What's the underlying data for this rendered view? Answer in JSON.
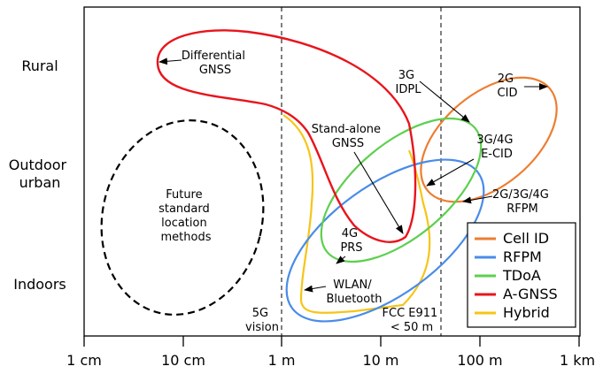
{
  "row_labels": {
    "rural": "Rural",
    "outdoor_urban": [
      "Outdoor",
      "urban"
    ],
    "indoors": "Indoors"
  },
  "x_ticks": [
    "1 cm",
    "10 cm",
    "1 m",
    "10 m",
    "100 m",
    "1 km"
  ],
  "annotations": {
    "differential_gnss": [
      "Differential",
      "GNSS"
    ],
    "future": [
      "Future",
      "standard",
      "location",
      "methods"
    ],
    "standalone_gnss": [
      "Stand-alone",
      "GNSS"
    ],
    "idpl_3g": [
      "3G",
      "IDPL"
    ],
    "cid_2g": [
      "2G",
      "CID"
    ],
    "ecid_3g4g": [
      "3G/4G",
      "E-CID"
    ],
    "rfpm_multi": [
      "2G/3G/4G",
      "RFPM"
    ],
    "prs_4g": [
      "4G",
      "PRS"
    ],
    "wlan_bt": [
      "WLAN/",
      "Bluetooth"
    ],
    "vision_5g": [
      "5G",
      "vision"
    ],
    "fcc_e911": [
      "FCC E911",
      "< 50 m"
    ]
  },
  "legend": [
    {
      "label": "Cell ID",
      "color": "#ED7D31"
    },
    {
      "label": "RFPM",
      "color": "#4A8CE8"
    },
    {
      "label": "TDoA",
      "color": "#5ECF4F"
    },
    {
      "label": "A-GNSS",
      "color": "#E8141C"
    },
    {
      "label": "Hybrid",
      "color": "#F5C518"
    }
  ]
}
